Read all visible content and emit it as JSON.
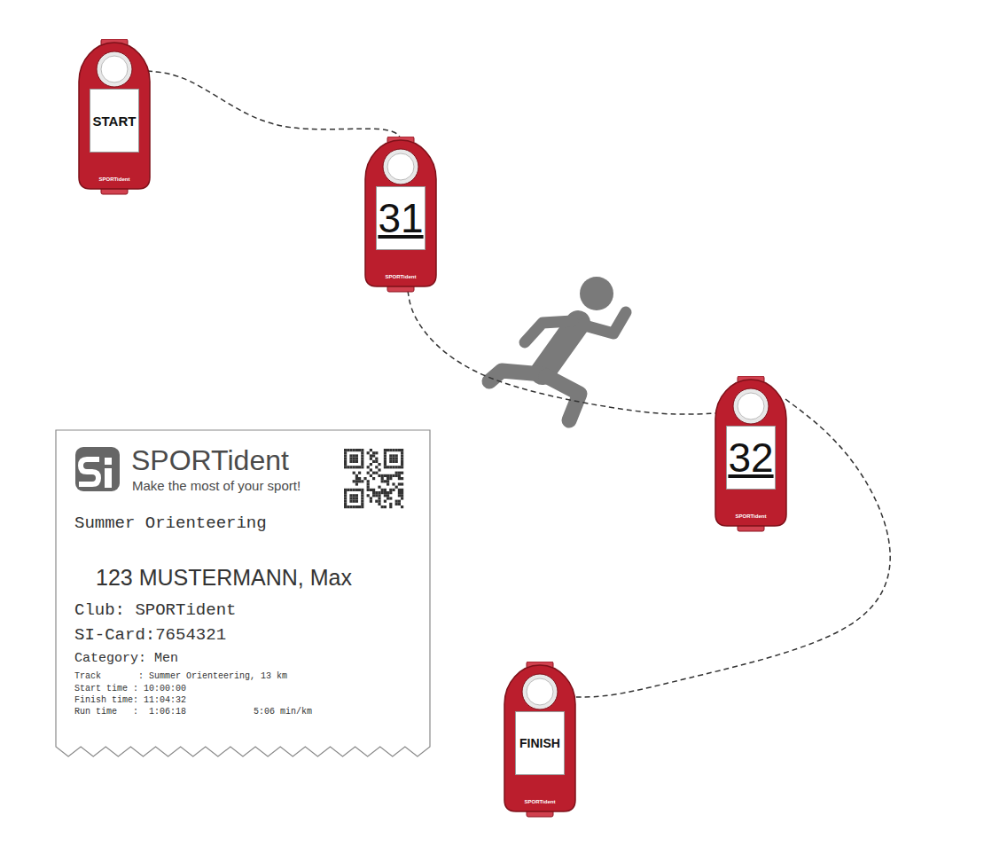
{
  "diagram": {
    "nodes": [
      {
        "text": [
          "START"
        ]
      },
      {
        "text": [
          "31"
        ]
      },
      {
        "text": [
          "32"
        ]
      },
      {
        "text": [
          "SPORTident",
          "Make the most of your sport!",
          "Summer Orienteering",
          "123 MUSTERMANN, Max",
          "Club: SPORTident",
          "SI-Card:7654321",
          "Category: Men",
          "Track       : Summer Orienteering, 13 km",
          "Start time : 10:00:00",
          "Finish time: 11:04:32",
          "Run time   :  1:06:18",
          "5:06 min/km"
        ]
      },
      {
        "text": [
          "FINISH"
        ]
      }
    ],
    "edges": [
      {
        "from": 0,
        "to": 1,
        "arrow": "none"
      },
      {
        "from": 1,
        "to": 2,
        "arrow": "none"
      },
      {
        "from": 2,
        "to": 4,
        "arrow": "none"
      }
    ],
    "labels": [
      "SPORTident",
      "SPORTident",
      "SPORTident",
      "SPORTident"
    ]
  }
}
